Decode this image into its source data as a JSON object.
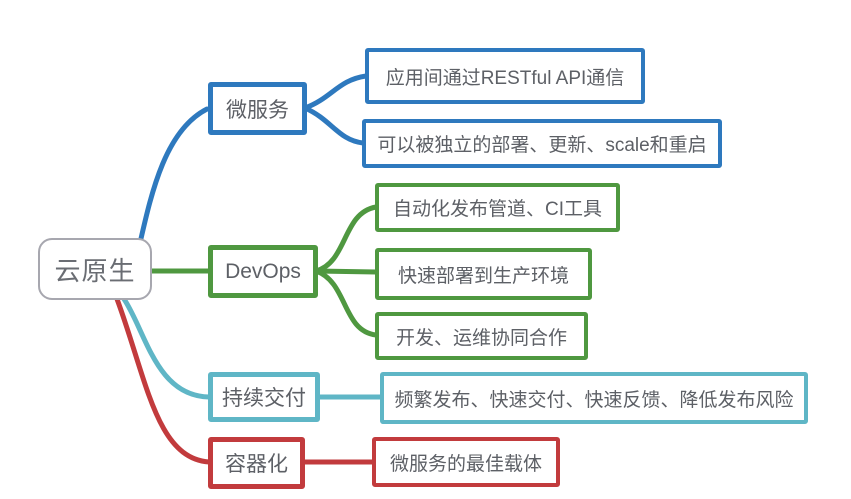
{
  "diagram": {
    "type": "mindmap",
    "root": {
      "label": "云原生"
    },
    "branches": [
      {
        "id": "microservices",
        "label": "微服务",
        "color": "#2e79be",
        "children": [
          "应用间通过RESTful API通信",
          "可以被独立的部署、更新、scale和重启"
        ]
      },
      {
        "id": "devops",
        "label": "DevOps",
        "color": "#4f9840",
        "children": [
          "自动化发布管道、CI工具",
          "快速部署到生产环境",
          "开发、运维协同合作"
        ]
      },
      {
        "id": "continuous-delivery",
        "label": "持续交付",
        "color": "#5fb6c6",
        "children": [
          "频繁发布、快速交付、快速反馈、降低发布风险"
        ]
      },
      {
        "id": "containerization",
        "label": "容器化",
        "color": "#c23b3d",
        "children": [
          "微服务的最佳载体"
        ]
      }
    ],
    "colors": {
      "blue": "#2e79be",
      "green": "#4f9840",
      "cyan": "#5fb6c6",
      "red": "#c23b3d",
      "root_border": "#a7a7af",
      "text": "#5d6066"
    }
  }
}
